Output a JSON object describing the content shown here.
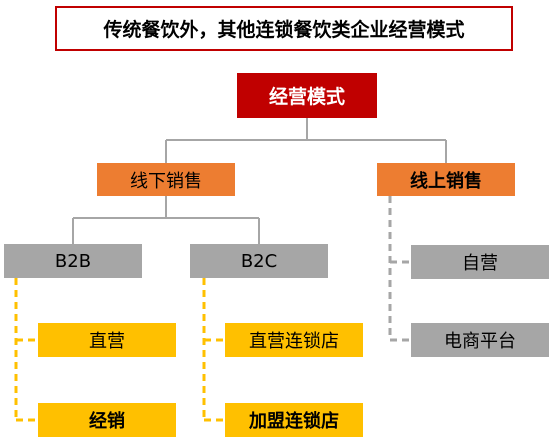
{
  "title": "传统餐饮外，其他连锁餐饮类企业经营模式",
  "root": "经营模式",
  "offline": {
    "label": "线下销售",
    "b2b": {
      "label": "B2B",
      "children": [
        "直营",
        "经销"
      ]
    },
    "b2c": {
      "label": "B2C",
      "children": [
        "直营连锁店",
        "加盟连锁店"
      ]
    }
  },
  "online": {
    "label": "线上销售",
    "children": [
      "自营",
      "电商平台"
    ]
  },
  "colors": {
    "title_border": "#c00000",
    "root_fill": "#c00000",
    "level1_fill": "#ed7d31",
    "level2_fill": "#a6a6a6",
    "leaf_fill": "#ffc000",
    "connector_gray": "#a6a6a6",
    "connector_yellow": "#ffc000"
  }
}
